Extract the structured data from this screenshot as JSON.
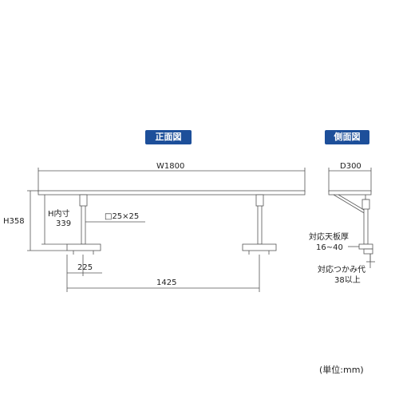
{
  "colors": {
    "badge": "#1d4f9a",
    "line": "#555555",
    "dim": "#333333"
  },
  "front_view": {
    "title": "正面図",
    "width_label": "W1800",
    "height_label": "H358",
    "inner_height_label": "H内寸",
    "inner_height_value": "339",
    "post_label": "□25×25",
    "offset_label": "225",
    "span_label": "1425"
  },
  "side_view": {
    "title": "側面図",
    "depth_label": "D300",
    "top_thickness_label": "対応天板厚",
    "top_thickness_value": "16~40",
    "clamp_label": "対応つかみ代",
    "clamp_value": "38以上"
  },
  "unit_note": "(単位:mm)"
}
